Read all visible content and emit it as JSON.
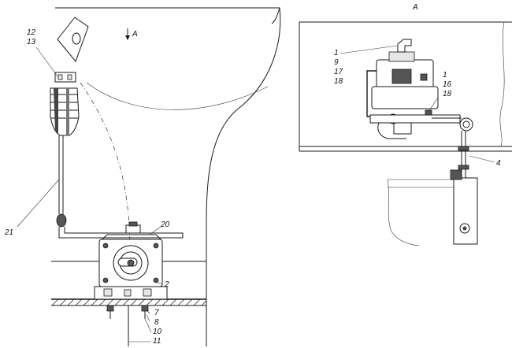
{
  "view_labels": {
    "arrow_label": "A",
    "view_title": "A"
  },
  "callouts_main": {
    "c12": "12",
    "c13": "13",
    "c21": "21",
    "c20": "20",
    "c2": "2",
    "c7": "7",
    "c8": "8",
    "c10": "10",
    "c11": "11"
  },
  "callouts_view": {
    "c1a": "1",
    "c9": "9",
    "c17": "17",
    "c18a": "18",
    "c1b": "1",
    "c16": "16",
    "c18b": "18",
    "c4": "4"
  }
}
